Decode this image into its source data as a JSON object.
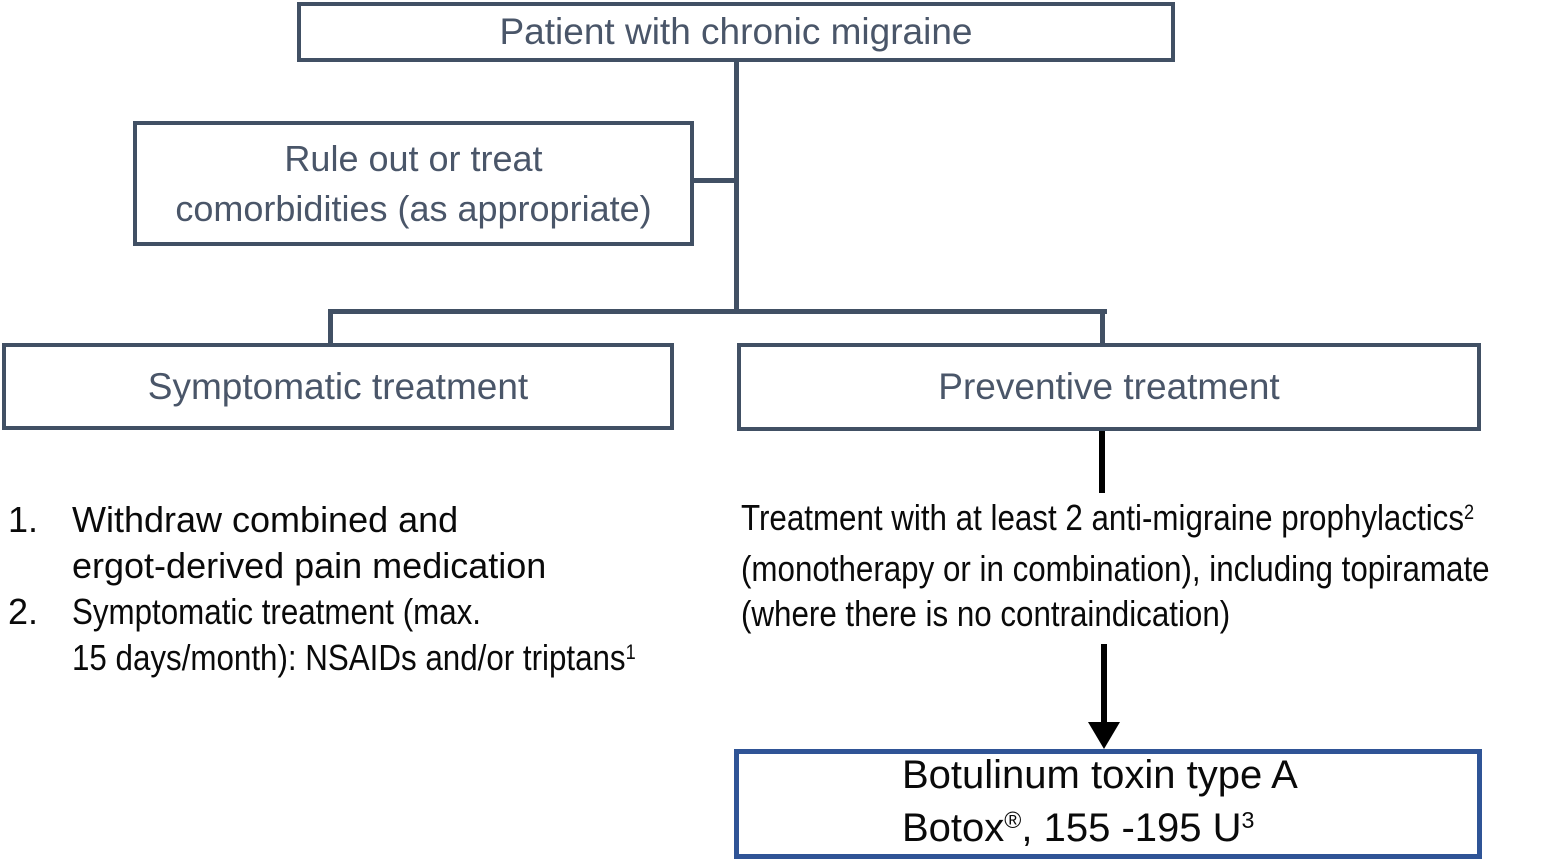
{
  "diagram": {
    "title_box": "Patient with chronic migraine",
    "comorbidities_box": {
      "line1": "Rule out or treat",
      "line2": "comorbidities (as appropriate)"
    },
    "symptomatic_box": "Symptomatic treatment",
    "preventive_box": "Preventive treatment",
    "symptomatic_steps": {
      "item1_number": "1.",
      "item1_line1": "Withdraw combined and",
      "item1_line2": "ergot-derived pain medication",
      "item2_number": "2.",
      "item2_line1": "Symptomatic treatment (max.",
      "item2_line2": "15 days/month): NSAIDs and/or triptans",
      "item2_footnote": "1"
    },
    "preventive_note": {
      "line1": "Treatment with at least 2 anti-migraine prophylactics",
      "line1_footnote": "2",
      "line2": "(monotherapy or in combination), including topiramate",
      "line3": "(where there is no contraindication)"
    },
    "botulinum_box": {
      "line1": "Botulinum toxin type A",
      "line2_name": "Botox",
      "line2_trademark": "®",
      "line2_dose": ", 155 -195 U",
      "line2_footnote": "3"
    },
    "colors": {
      "box_border": "#415064",
      "box_title_text": "#4a5669",
      "body_text": "#000000",
      "highlight_box_border": "#2f5496",
      "arrow": "#000000",
      "background": "#ffffff"
    }
  }
}
